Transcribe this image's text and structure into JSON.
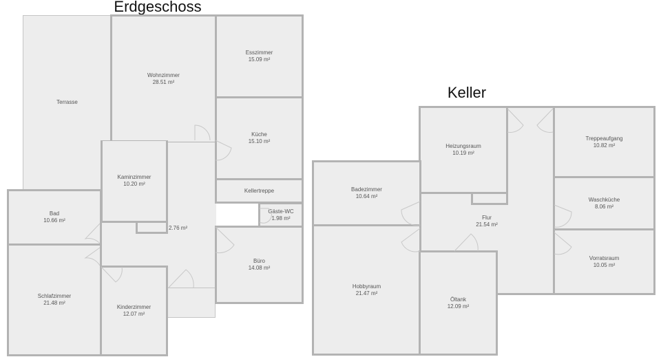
{
  "floors": [
    {
      "title": "Erdgeschoss",
      "rooms": [
        {
          "name": "Terrasse",
          "area": ""
        },
        {
          "name": "Wohnzimmer",
          "area": "28.51 m²"
        },
        {
          "name": "Esszimmer",
          "area": "15.09 m²"
        },
        {
          "name": "Küche",
          "area": "15.10 m²"
        },
        {
          "name": "Kellertreppe",
          "area": ""
        },
        {
          "name": "Gäste-WC",
          "area": "1.98 m²"
        },
        {
          "name": "Büro",
          "area": "14.08 m²"
        },
        {
          "name": "Kaminzimmer",
          "area": "10.20 m²"
        },
        {
          "name": "Bad",
          "area": "10.66 m²"
        },
        {
          "name": "Schlafzimmer",
          "area": "21.48 m²"
        },
        {
          "name": "Kinderzimmer",
          "area": "12.07 m²"
        }
      ],
      "hallway_area": "2.76 m²"
    },
    {
      "title": "Keller",
      "rooms": [
        {
          "name": "Heizungsraum",
          "area": "10.19 m²"
        },
        {
          "name": "Treppeaufgang",
          "area": "10.82 m²"
        },
        {
          "name": "Badezimmer",
          "area": "10.64 m²"
        },
        {
          "name": "Flur",
          "area": "21.54 m²"
        },
        {
          "name": "Waschküche",
          "area": "8.06 m²"
        },
        {
          "name": "Vorratsraum",
          "area": "10.05 m²"
        },
        {
          "name": "Hobbyraum",
          "area": "21.47 m²"
        },
        {
          "name": "Öltank",
          "area": "12.09 m²"
        }
      ]
    }
  ],
  "colors": {
    "floor": "#ededed",
    "wall": "#b3b3b3",
    "label": "#555555"
  }
}
